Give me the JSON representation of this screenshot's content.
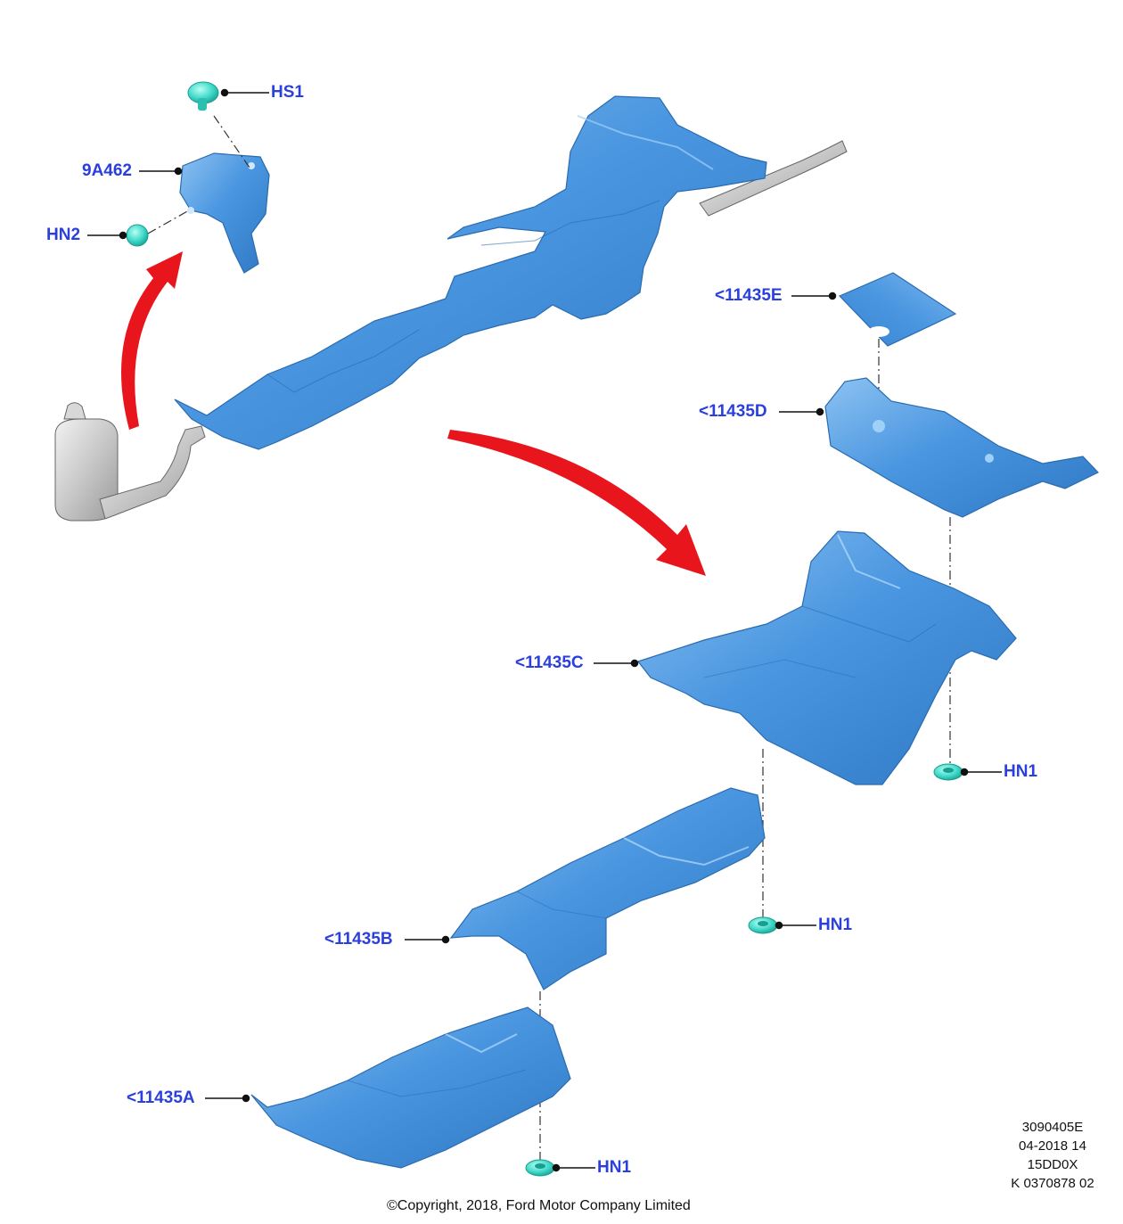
{
  "diagram": {
    "callouts": {
      "hs1": "HS1",
      "bracket": "9A462",
      "hn2": "HN2",
      "shield_e": "<11435E",
      "shield_d": "<11435D",
      "shield_c": "<11435C",
      "shield_b": "<11435B",
      "shield_a": "<11435A",
      "hn1_c": "HN1",
      "hn1_b": "HN1",
      "hn1_a": "HN1"
    },
    "reference": {
      "line1": "3090405E",
      "line2": "04-2018 14",
      "line3": "15DD0X",
      "line4": "K 0370878 02"
    },
    "copyright": "©Copyright, 2018, Ford Motor Company Limited"
  },
  "colors": {
    "shield_fill": "#4a96e0",
    "shield_dark": "#2f78c4",
    "shield_light": "#8cc2f2",
    "fastener": "#3ed8c8",
    "callout_text": "#2a3fdc",
    "arrow": "#e8151c",
    "pipe": "#c8c8c8"
  }
}
